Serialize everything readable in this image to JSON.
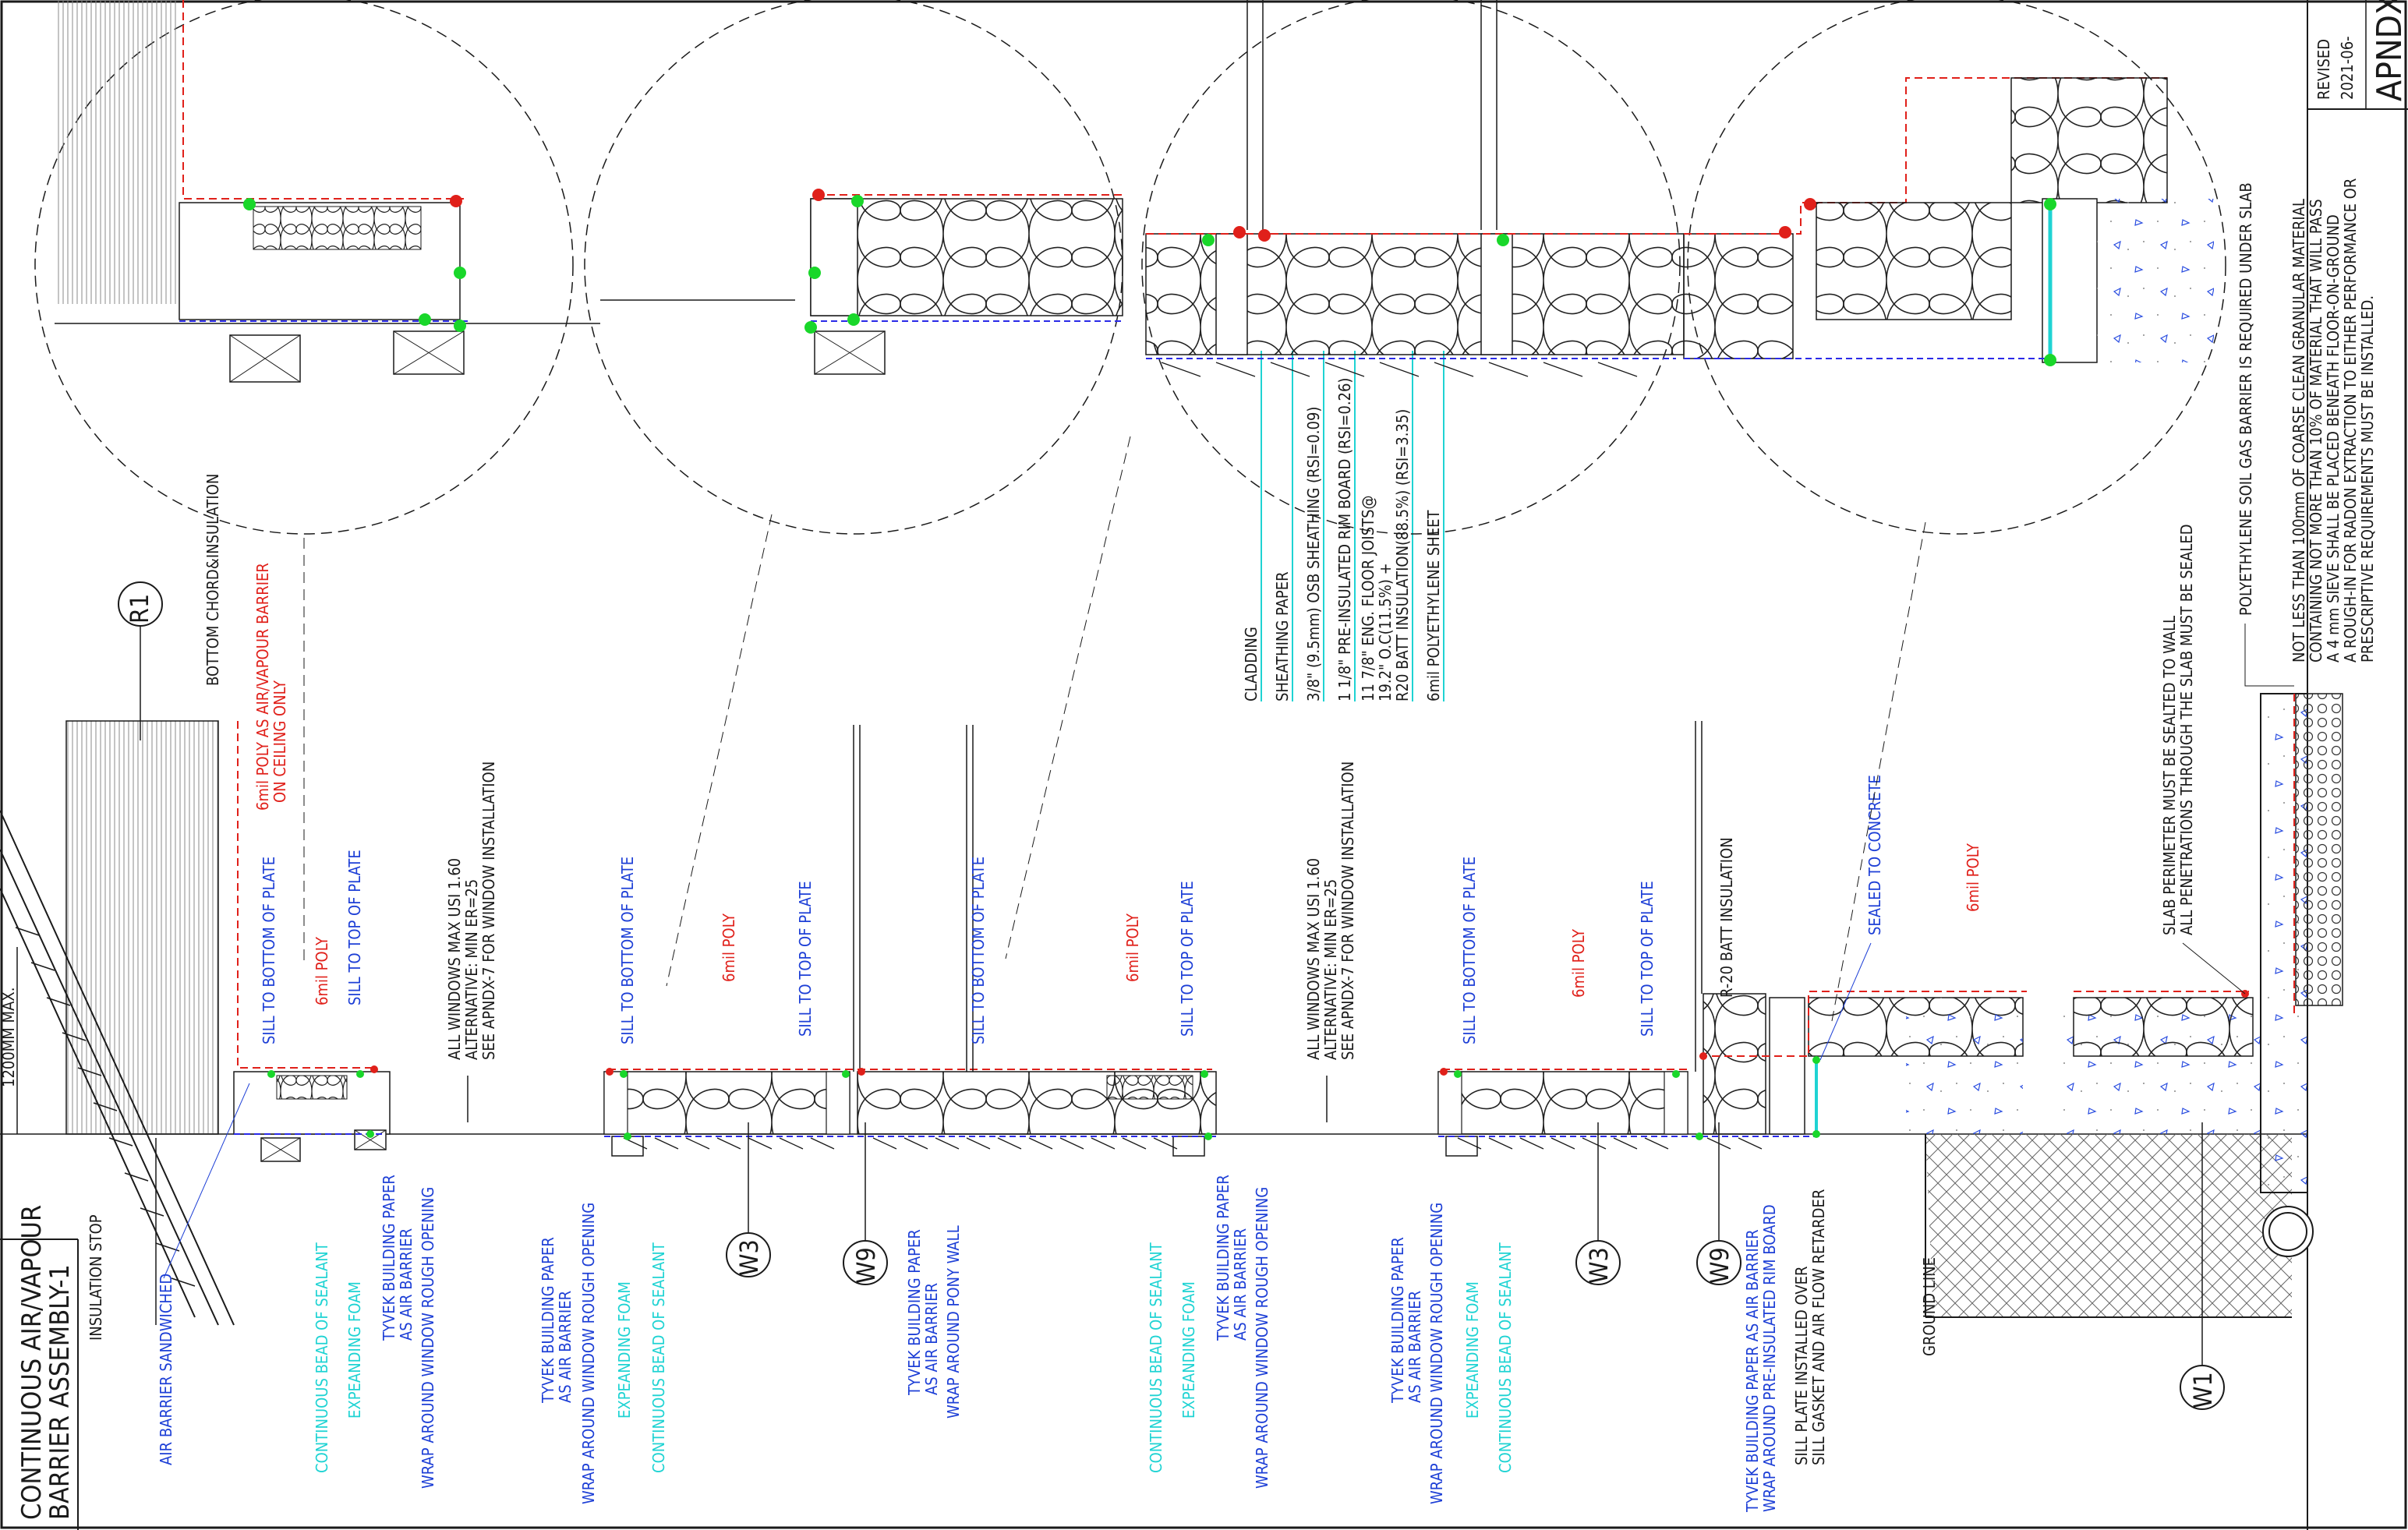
{
  "sheet": {
    "title_line_1": "CONTINUOUS AIR/VAPOUR",
    "title_line_2": "BARRIER ASSEMBLY-1",
    "revised_label": "REVISED",
    "revised_date": "2021-06-",
    "sheet_code": "APNDX"
  },
  "tags": [
    "R1",
    "W3",
    "W9",
    "W3",
    "W9",
    "W1"
  ],
  "dimension": "1200MM MAX.",
  "roof_labels": {
    "insulation_stop": "INSULATION STOP",
    "air_barrier_sandwiched": "AIR BARRIER SANDWICHED",
    "bottom_chord": "BOTTOM CHORD&INSULATION",
    "poly_ceiling_1": "6mil POLY AS AIR/VAPOUR BARRIER",
    "poly_ceiling_2": "ON CEILING ONLY"
  },
  "window_1": {
    "sill_bottom": "SILL TO BOTTOM OF PLATE",
    "poly": "6mil POLY",
    "sill_top": "SILL TO TOP OF PLATE",
    "sealant": "CONTINUOUS BEAD OF SEALANT",
    "foam": "EXPEANDING FOAM",
    "tyvek_1": "TYVEK BUILDING PAPER",
    "tyvek_2": "AS AIR BARRIER",
    "wrap": "WRAP AROUND WINDOW ROUGH OPENING"
  },
  "window_notes_1": {
    "line_1": "ALL WINDOWS MAX USI 1.60",
    "line_2": "ALTERNATIVE: MIN ER=25",
    "line_3": "SEE APNDX-7 FOR WINDOW INSTALLATION"
  },
  "window_2": {
    "tyvek_1": "TYVEK BUILDING PAPER",
    "tyvek_2": "AS AIR BARRIER",
    "wrap": "WRAP AROUND WINDOW ROUGH OPENING",
    "foam": "EXPEANDING FOAM",
    "sealant": "CONTINUOUS BEAD OF SEALANT",
    "sill_bottom": "SILL TO BOTTOM OF PLATE",
    "poly": "6mil POLY",
    "sill_top": "SILL TO TOP OF PLATE"
  },
  "pony_wall": {
    "tyvek_1": "TYVEK BUILDING PAPER",
    "tyvek_2": "AS AIR BARRIER",
    "wrap": "WRAP AROUND PONY WALL",
    "sill_bottom": "SILL TO BOTTOM OF PLATE",
    "poly": "6mil POLY",
    "sill_top": "SILL TO TOP OF PLATE"
  },
  "window_3": {
    "sealant": "CONTINUOUS BEAD OF SEALANT",
    "foam": "EXPEANDING FOAM",
    "tyvek_1": "TYVEK BUILDING PAPER",
    "tyvek_2": "AS AIR BARRIER",
    "wrap": "WRAP AROUND WINDOW ROUGH OPENING"
  },
  "window_notes_2": {
    "line_1": "ALL WINDOWS MAX USI 1.60",
    "line_2": "ALTERNATIVE: MIN ER=25",
    "line_3": "SEE APNDX-7 FOR WINDOW INSTALLATION"
  },
  "window_4": {
    "tyvek_1": "TYVEK BUILDING PAPER",
    "tyvek_2": "AS AIR BARRIER",
    "wrap": "WRAP AROUND WINDOW ROUGH OPENING",
    "foam": "EXPEANDING FOAM",
    "sealant": "CONTINUOUS BEAD OF SEALANT",
    "sill_bottom": "SILL TO BOTTOM OF PLATE",
    "poly": "6mil POLY",
    "sill_top": "SILL TO TOP OF PLATE"
  },
  "rim_area": {
    "batt": "R-20 BATT INSULATION",
    "sealed_concrete": "SEALED TO CONCRETE",
    "poly": "6mil POLY",
    "tyvek_1": "TYVEK BUILDING PAPER AS AIR BARRIER",
    "tyvek_2": "WRAP AROUND PRE-INSULATED RIM BOARD",
    "sill_plate_1": "SILL PLATE INSTALLED OVER",
    "sill_plate_2": "SILL GASKET AND AIR FLOW RETARDER",
    "ground_line": "GROUND LINE"
  },
  "floor_layers": [
    "CLADDING",
    "SHEATHING PAPER",
    "3/8\" (9.5mm) OSB SHEATHING (RSI=0.09)",
    "1 1/8\" PRE-INSULATED RIM BOARD (RSI=0.26)",
    "11 7/8\" ENG. FLOOR JOISTS@",
    "19.2\" O.C(11.5%) +",
    "R20 BATT INSULATION(88.5%) (RSI=3.35)",
    "6mil POLYETHYLENE SHEET"
  ],
  "slab_notes": {
    "perimeter_1": "SLAB PERIMETER MUST BE SEALTED TO WALL",
    "perimeter_2": "ALL PENETRATIONS THROUGH THE SLAB MUST BE SEALED",
    "soil_gas": "POLYETHYLENE SOIL GAS BARRIER IS REQUIRED UNDER SLAB",
    "granular_1": "NOT LESS THAN 100mm OF COARSE CLEAN GRANULAR MATERIAL",
    "granular_2": "CONTAINING NOT MORE THAN 10% OF MATERIAL THAT WILL PASS",
    "granular_3": "A 4 mm SIEVE SHALL BE PLACED BENEATH FLOOR-ON-GROUND",
    "granular_4": "A ROUGH-IN FOR RADON EXTRACTION TO EITHER PERFORMANCE OR",
    "granular_5": "PRESCRIPTIVE REQUIREMENTS MUST BE INSTALLED."
  },
  "colors": {
    "line": "#1a1a1a",
    "blue_text": "#1d3fd6",
    "cyan": "#1fd3d3",
    "red": "#e0201a",
    "green": "#19d72a",
    "air_barrier_blue": "#2a2ae8"
  }
}
